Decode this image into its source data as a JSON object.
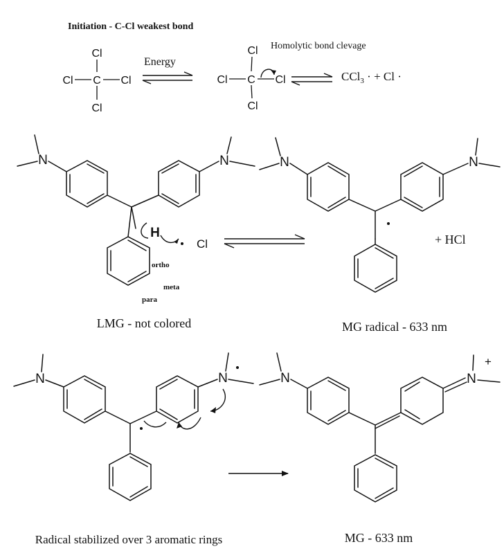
{
  "initiation": {
    "title": "Initiation - C-Cl weakest bond",
    "ccl4": {
      "c": "C",
      "cl_top": "Cl",
      "cl_left": "Cl",
      "cl_right": "Cl",
      "cl_bottom": "Cl"
    },
    "energy_label": "Energy",
    "ccl4b": {
      "c": "C",
      "cl_top": "Cl",
      "cl_left": "Cl",
      "cl_right": "Cl",
      "cl_bottom": "Cl"
    },
    "cleavage_label": "Homolytic bond clevage",
    "products": {
      "ccl": "CCl",
      "sub3": "3",
      "rest": " · + Cl  ·"
    }
  },
  "lmg": {
    "n_left": "N",
    "n_right": "N",
    "h_label": "H",
    "cl_radical": "Cl",
    "ortho": "ortho",
    "meta": "meta",
    "para": "para",
    "caption": "LMG - not colored"
  },
  "mg_radical": {
    "n_left": "N",
    "n_right": "N",
    "hcl": "+ HCl",
    "caption": "MG radical - 633 nm"
  },
  "stabilized": {
    "n_left": "N",
    "n_right": "N",
    "caption": "Radical stabilized over 3 aromatic rings"
  },
  "mg": {
    "n_left": "N",
    "n_right": "N",
    "plus": "+",
    "caption": "MG - 633 nm"
  }
}
